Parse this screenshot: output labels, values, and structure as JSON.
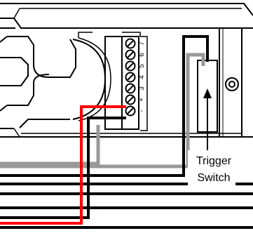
{
  "diagram": {
    "trigger_switch_label": [
      "Trigger",
      "Switch"
    ],
    "terminal_labels": [
      "7",
      "6",
      "5",
      "4",
      "3",
      "+",
      "-"
    ],
    "colors": {
      "outline": "#000000",
      "red_wire": "#ff0000",
      "gray_wire": "#999999",
      "black_wire": "#000000",
      "background": "#ffffff"
    },
    "icons": [
      "terminal-screw-icon",
      "mounting-hole-icon"
    ]
  }
}
